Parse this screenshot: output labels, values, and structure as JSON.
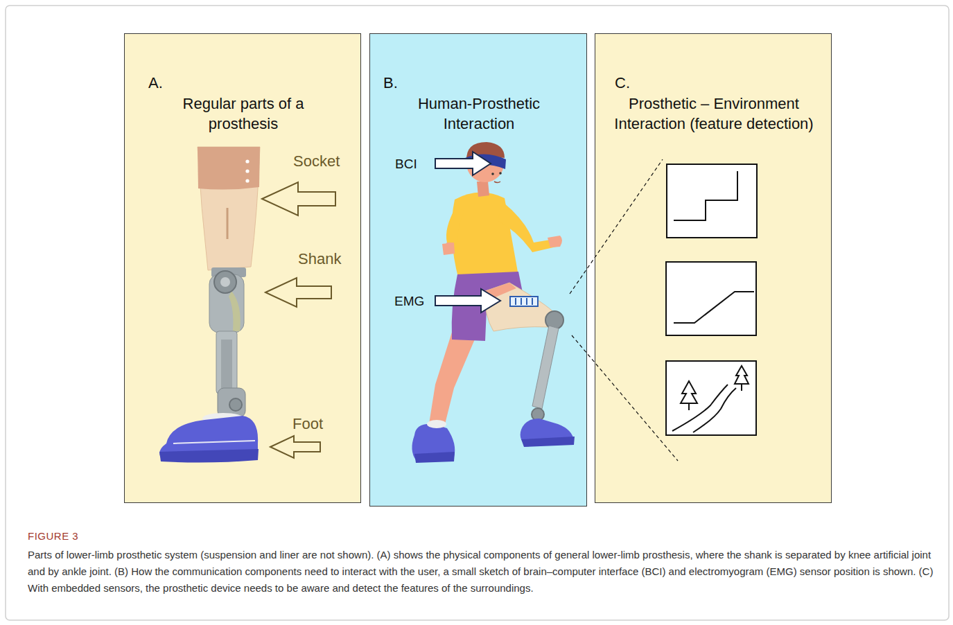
{
  "diagram": {
    "caption": "Parts of lower-limb prosthetic system (suspension and liner are not shown). (A) shows the physical components of general lower-limb prosthesis, where the shank is separated by knee artificial joint and by ankle joint. (B) How the communication components need to interact with the user, a small sketch of brain–computer interface (BCI) and electromyogram (EMG) sensor position is shown. (C) With embedded sensors, the prosthetic device needs to be aware and detect the features of the surroundings.",
    "nodes": [
      {
        "text": [
          "A.",
          "Regular parts of a prosthesis"
        ]
      },
      {
        "text": [
          "B.",
          "Human-Prosthetic Interaction"
        ]
      },
      {
        "text": [
          "C.",
          "Prosthetic – Environment Interaction (feature detection)"
        ]
      }
    ],
    "labels": [
      "Socket",
      "Shank",
      "Foot",
      "BCI",
      "EMG",
      "FIGURE 3"
    ]
  }
}
